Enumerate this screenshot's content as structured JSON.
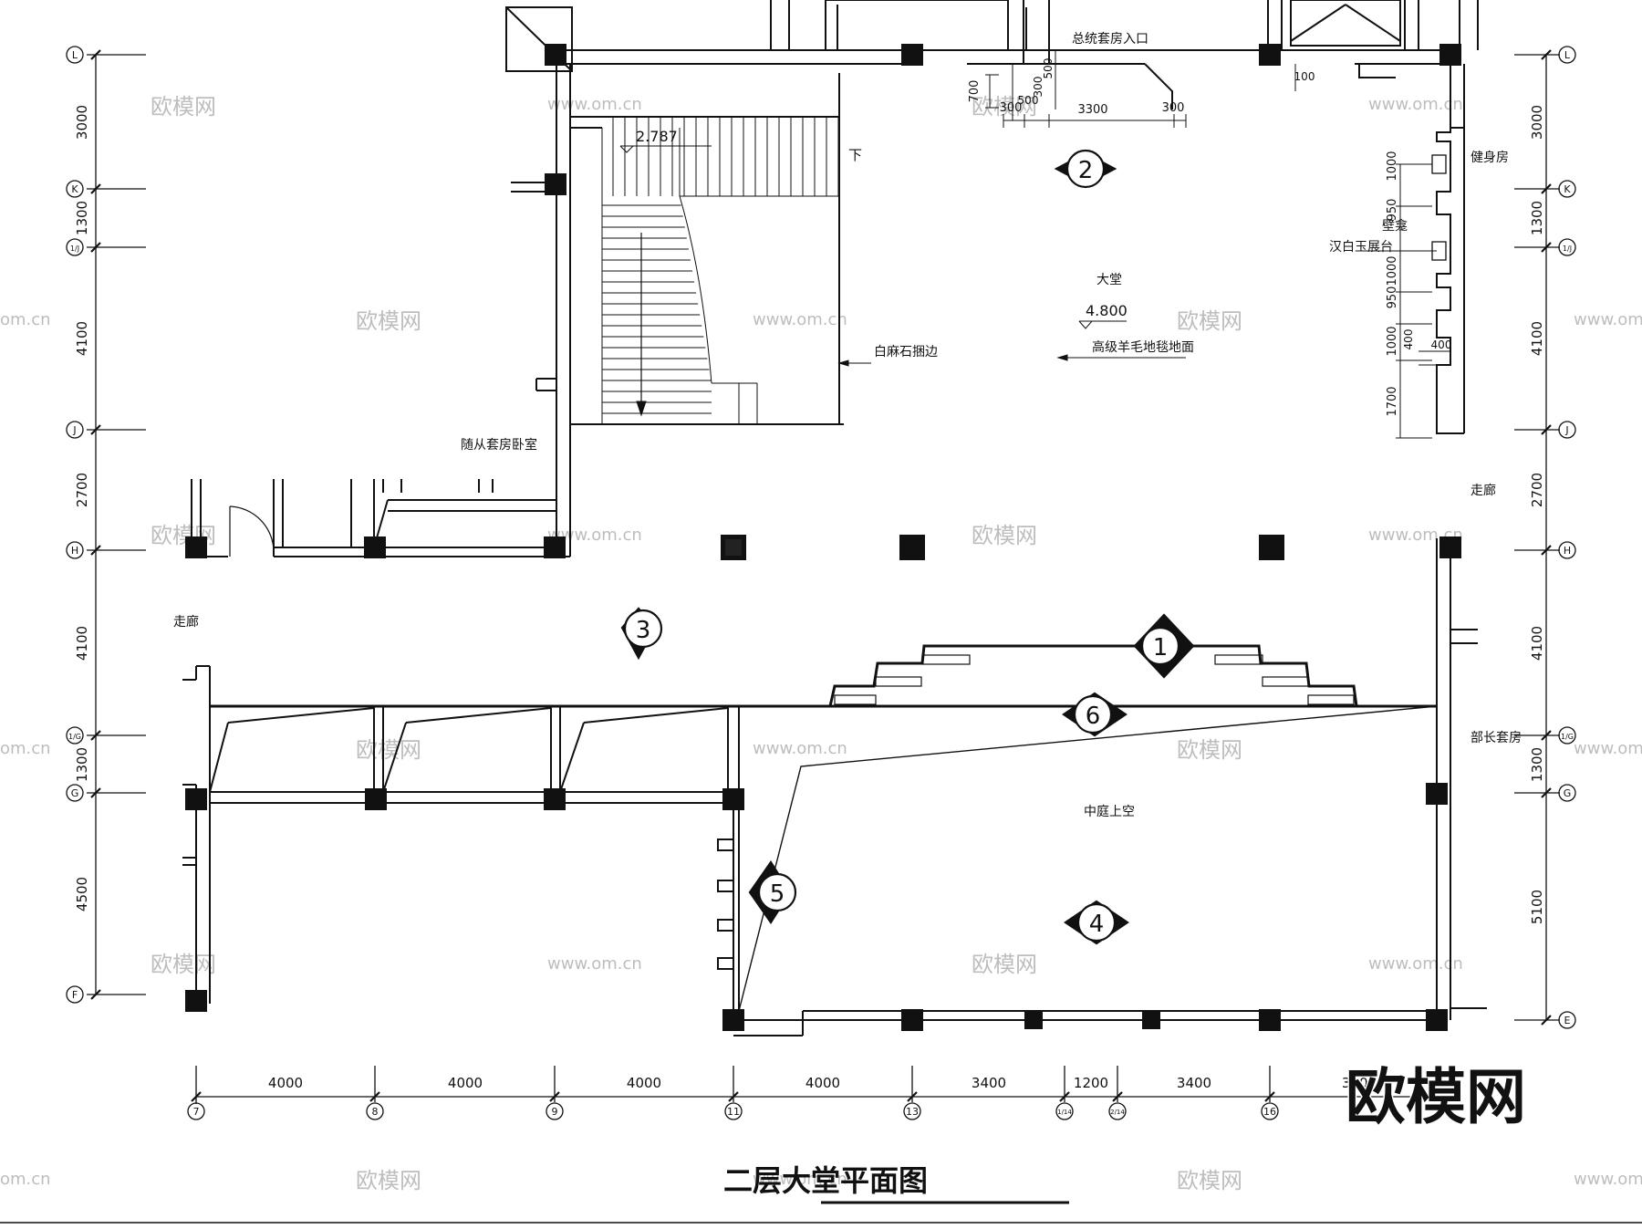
{
  "title": "二层大堂平面图",
  "watermark": {
    "brand": "欧模网",
    "url": "www.om.cn",
    "url_partial": "om.cn"
  },
  "axes": {
    "columns": [
      "7",
      "8",
      "9",
      "11",
      "13",
      "1/14",
      "2/14",
      "16"
    ],
    "column_dims": [
      "4000",
      "4000",
      "4000",
      "4000",
      "3400",
      "1200",
      "3400",
      "3000"
    ],
    "rows": [
      "L",
      "K",
      "1/J",
      "J",
      "H",
      "1/G",
      "G",
      "F"
    ],
    "row_dims_left": [
      "3000",
      "1300",
      "4100",
      "2700",
      "4100",
      "1300",
      "4500"
    ],
    "rows_right": [
      "L",
      "K",
      "1/J",
      "J",
      "H",
      "1/G",
      "G",
      "E"
    ],
    "row_dims_right": [
      "3000",
      "1300",
      "4100",
      "2700",
      "4100",
      "1300",
      "5100"
    ]
  },
  "rooms": {
    "lobby": "大堂",
    "level": "4.800",
    "carpet": "高级羊毛地毯地面",
    "marble": "白麻石捆边",
    "suite_entry": "总统套房入口",
    "attendant_bedroom": "随从套房卧室",
    "corridor_left": "走廊",
    "corridor_right": "走廊",
    "gym": "健身房",
    "niche": "壁龛",
    "jade_stand": "汉白玉展台",
    "minister_suite": "部长套房",
    "atrium_void": "中庭上空",
    "stair_level": "2.787",
    "stair_down": "下"
  },
  "top_dims": {
    "d700": "700",
    "d300a": "300",
    "d500": "500",
    "d3300": "3300",
    "d300b": "300",
    "d100": "100",
    "d300c": "300",
    "d500b": "500"
  },
  "wall_dims": {
    "d1000a": "1000",
    "d950a": "950",
    "d1000b": "1000",
    "d950b": "950",
    "d1000c": "1000",
    "d1700": "1700",
    "d400a": "400",
    "d400b": "400"
  },
  "markers": [
    "1",
    "2",
    "3",
    "4",
    "5",
    "6"
  ]
}
